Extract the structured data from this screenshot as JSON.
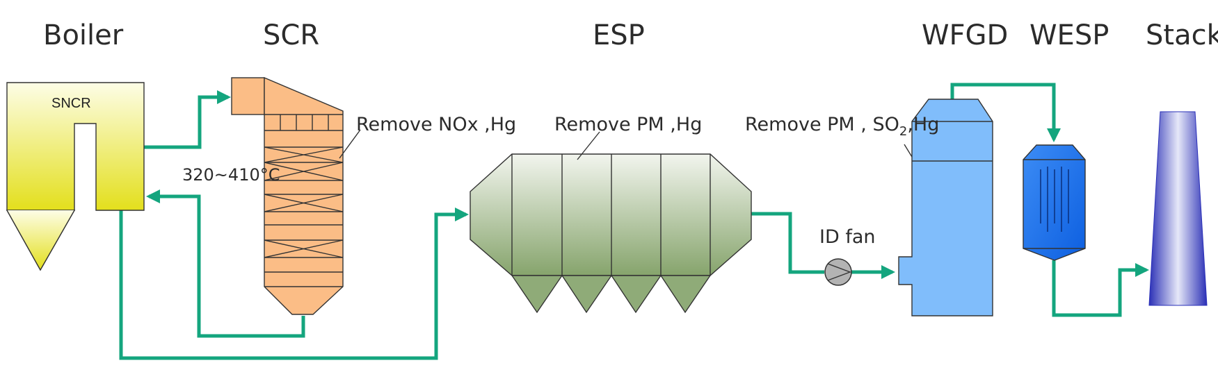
{
  "titles": {
    "boiler": "Boiler",
    "scr": "SCR",
    "esp": "ESP",
    "wfgd": "WFGD",
    "wesp": "WESP",
    "stack": "Stack"
  },
  "labels": {
    "sncr": "SNCR",
    "temperature": "320~410°C",
    "scr_note": "Remove NOx ,Hg",
    "esp_note": "Remove PM ,Hg",
    "wfgd_note_main": "Remove PM , SO",
    "wfgd_note_sub": "2",
    "wfgd_note_tail": ",Hg",
    "id_fan": "ID fan"
  },
  "colors": {
    "pipe": "#14a57e",
    "boiler": "#e6e22a",
    "scr": "#fbbd86",
    "esp": "#8fab78",
    "wfgd": "#80bdfb",
    "wesp": "#1a73f0",
    "stack": "#2a30b8"
  }
}
